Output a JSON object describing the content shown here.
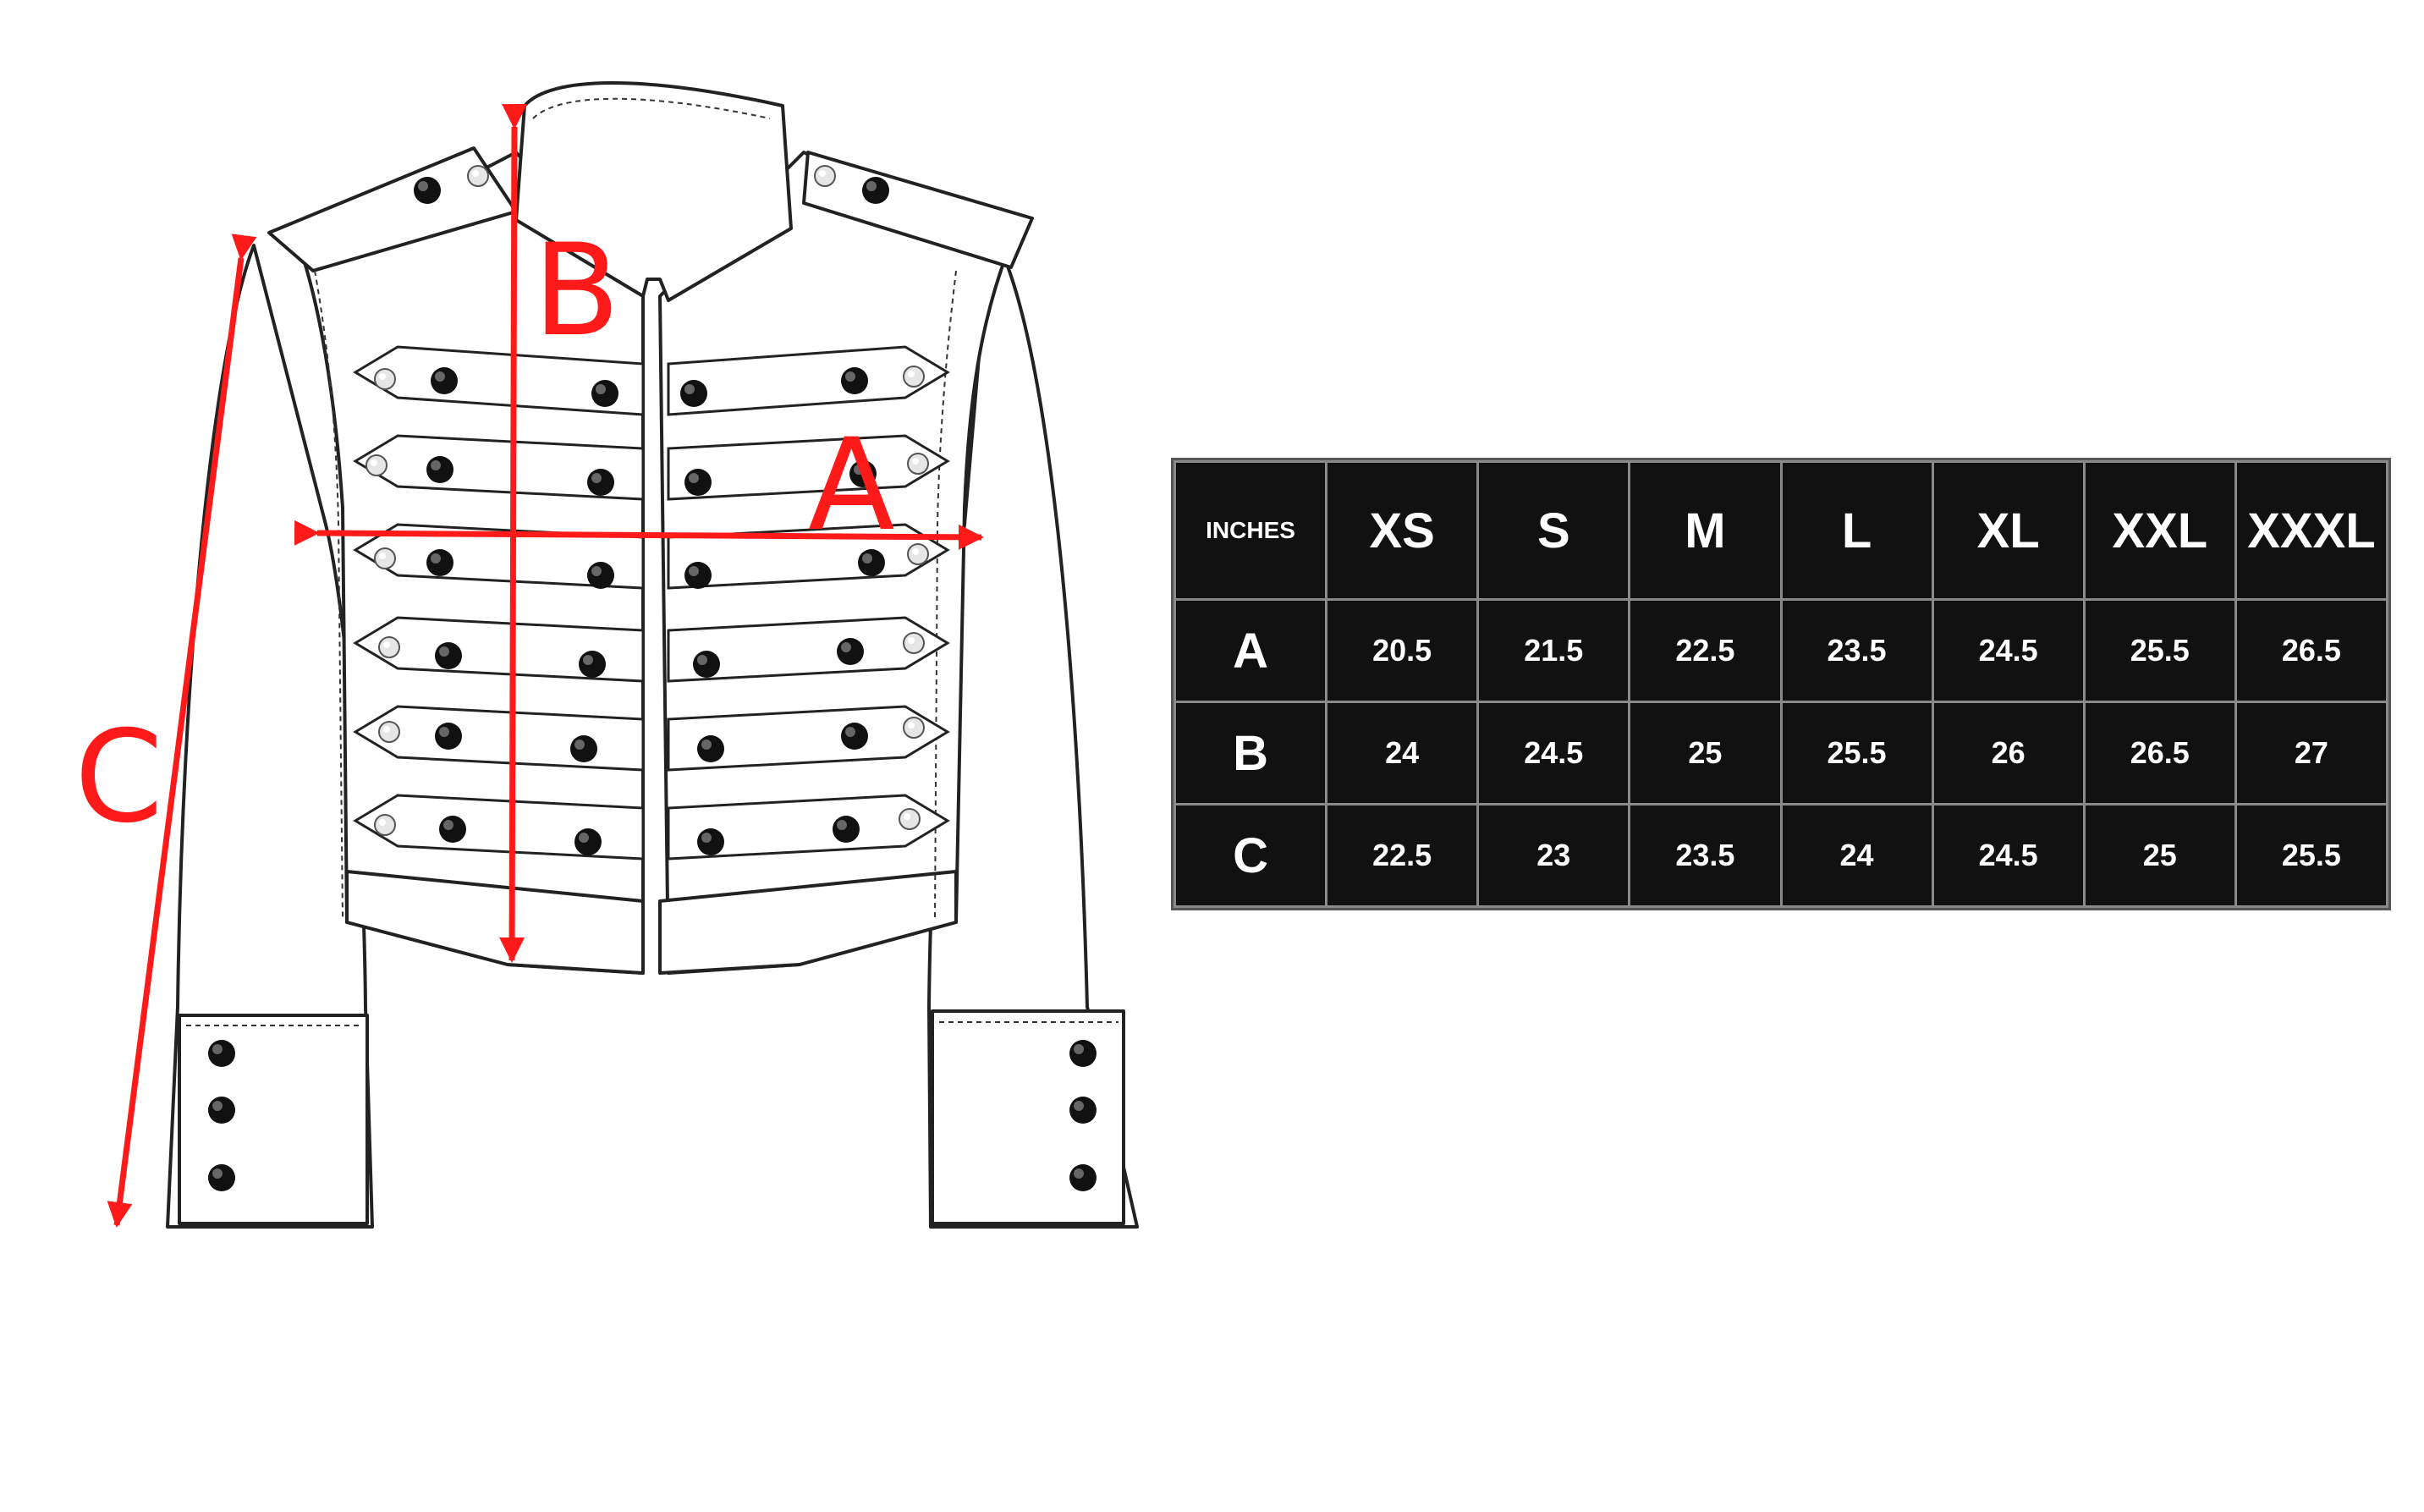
{
  "diagram": {
    "labels": {
      "a": "A",
      "b": "B",
      "c": "C"
    }
  },
  "size_chart": {
    "unit_label": "INCHES",
    "sizes": [
      "XS",
      "S",
      "M",
      "L",
      "XL",
      "XXL",
      "XXXL"
    ],
    "rows": [
      {
        "label": "A",
        "values": [
          "20.5",
          "21.5",
          "22.5",
          "23.5",
          "24.5",
          "25.5",
          "26.5"
        ]
      },
      {
        "label": "B",
        "values": [
          "24",
          "24.5",
          "25",
          "25.5",
          "26",
          "26.5",
          "27"
        ]
      },
      {
        "label": "C",
        "values": [
          "22.5",
          "23",
          "23.5",
          "24",
          "24.5",
          "25",
          "25.5"
        ]
      }
    ]
  },
  "colors": {
    "arrow": "#ff1a1a",
    "table_bg": "#111111",
    "outline": "#222222"
  }
}
